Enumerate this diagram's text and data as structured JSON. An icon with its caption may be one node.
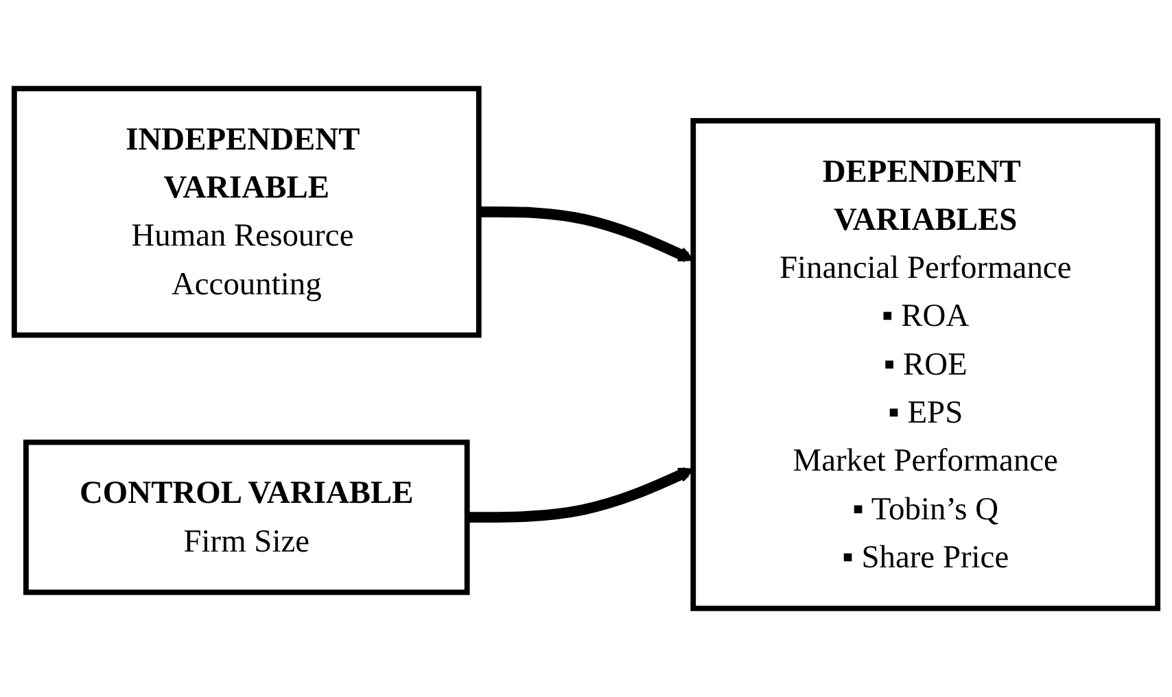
{
  "diagram": {
    "nodes": [
      {
        "text": [
          "INDEPENDENT VARIABLE",
          "Human Resource Accounting"
        ]
      },
      {
        "text": [
          "CONTROL VARIABLE",
          "Firm Size"
        ]
      },
      {
        "text": [
          "DEPENDENT VARIABLES",
          "Financial Performance",
          "▪ ROA",
          "▪ ROE",
          "▪ EPS",
          "Market Performance",
          "▪ Tobin’s Q",
          "▪ Share Price"
        ]
      }
    ],
    "edges": [
      {
        "from": 0,
        "to": 2,
        "arrow": "to"
      },
      {
        "from": 1,
        "to": 2,
        "arrow": "to"
      }
    ]
  }
}
